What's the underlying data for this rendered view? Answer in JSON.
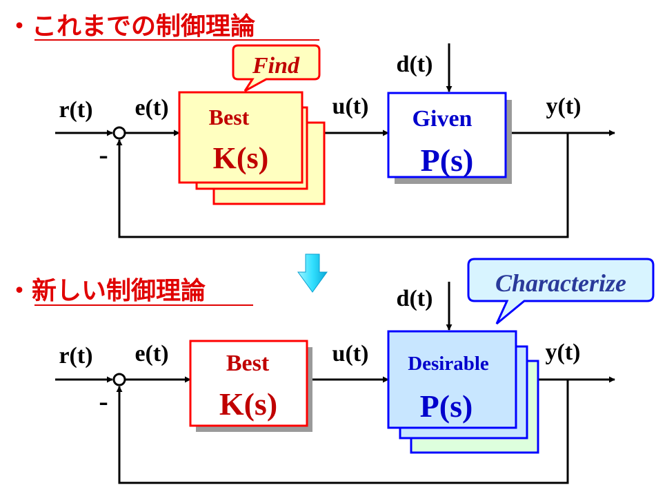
{
  "colors": {
    "heading": "#e00000",
    "controller_edge": "#ff0000",
    "controller_fill": "#ffffff",
    "controller_fill_stack": "#ffffc0",
    "controller_text": "#c00000",
    "plant_edge": "#0000ff",
    "plant_text": "#0000cc",
    "plant_fill_stack": "#c8e6ff",
    "plant_fill_back": "#ddffdd",
    "shadow": "#9a9a9a",
    "line": "#000000",
    "find_text": "#c00000",
    "characterize_text": "#2a3a9a",
    "arrow_fill": "#33e0ff"
  },
  "top": {
    "heading": "・これまでの制御理論",
    "callout": "Find",
    "signals": {
      "r": "r(t)",
      "e": "e(t)",
      "u": "u(t)",
      "y": "y(t)",
      "d": "d(t)",
      "minus": "-"
    },
    "controller": {
      "label": "Best",
      "name": "K(s)"
    },
    "plant": {
      "label": "Given",
      "name": "P(s)"
    }
  },
  "bottom": {
    "heading": "・新しい制御理論",
    "callout": "Characterize",
    "signals": {
      "r": "r(t)",
      "e": "e(t)",
      "u": "u(t)",
      "y": "y(t)",
      "d": "d(t)",
      "minus": "-"
    },
    "controller": {
      "label": "Best",
      "name": "K(s)"
    },
    "plant": {
      "label": "Desirable",
      "name": "P(s)"
    }
  }
}
